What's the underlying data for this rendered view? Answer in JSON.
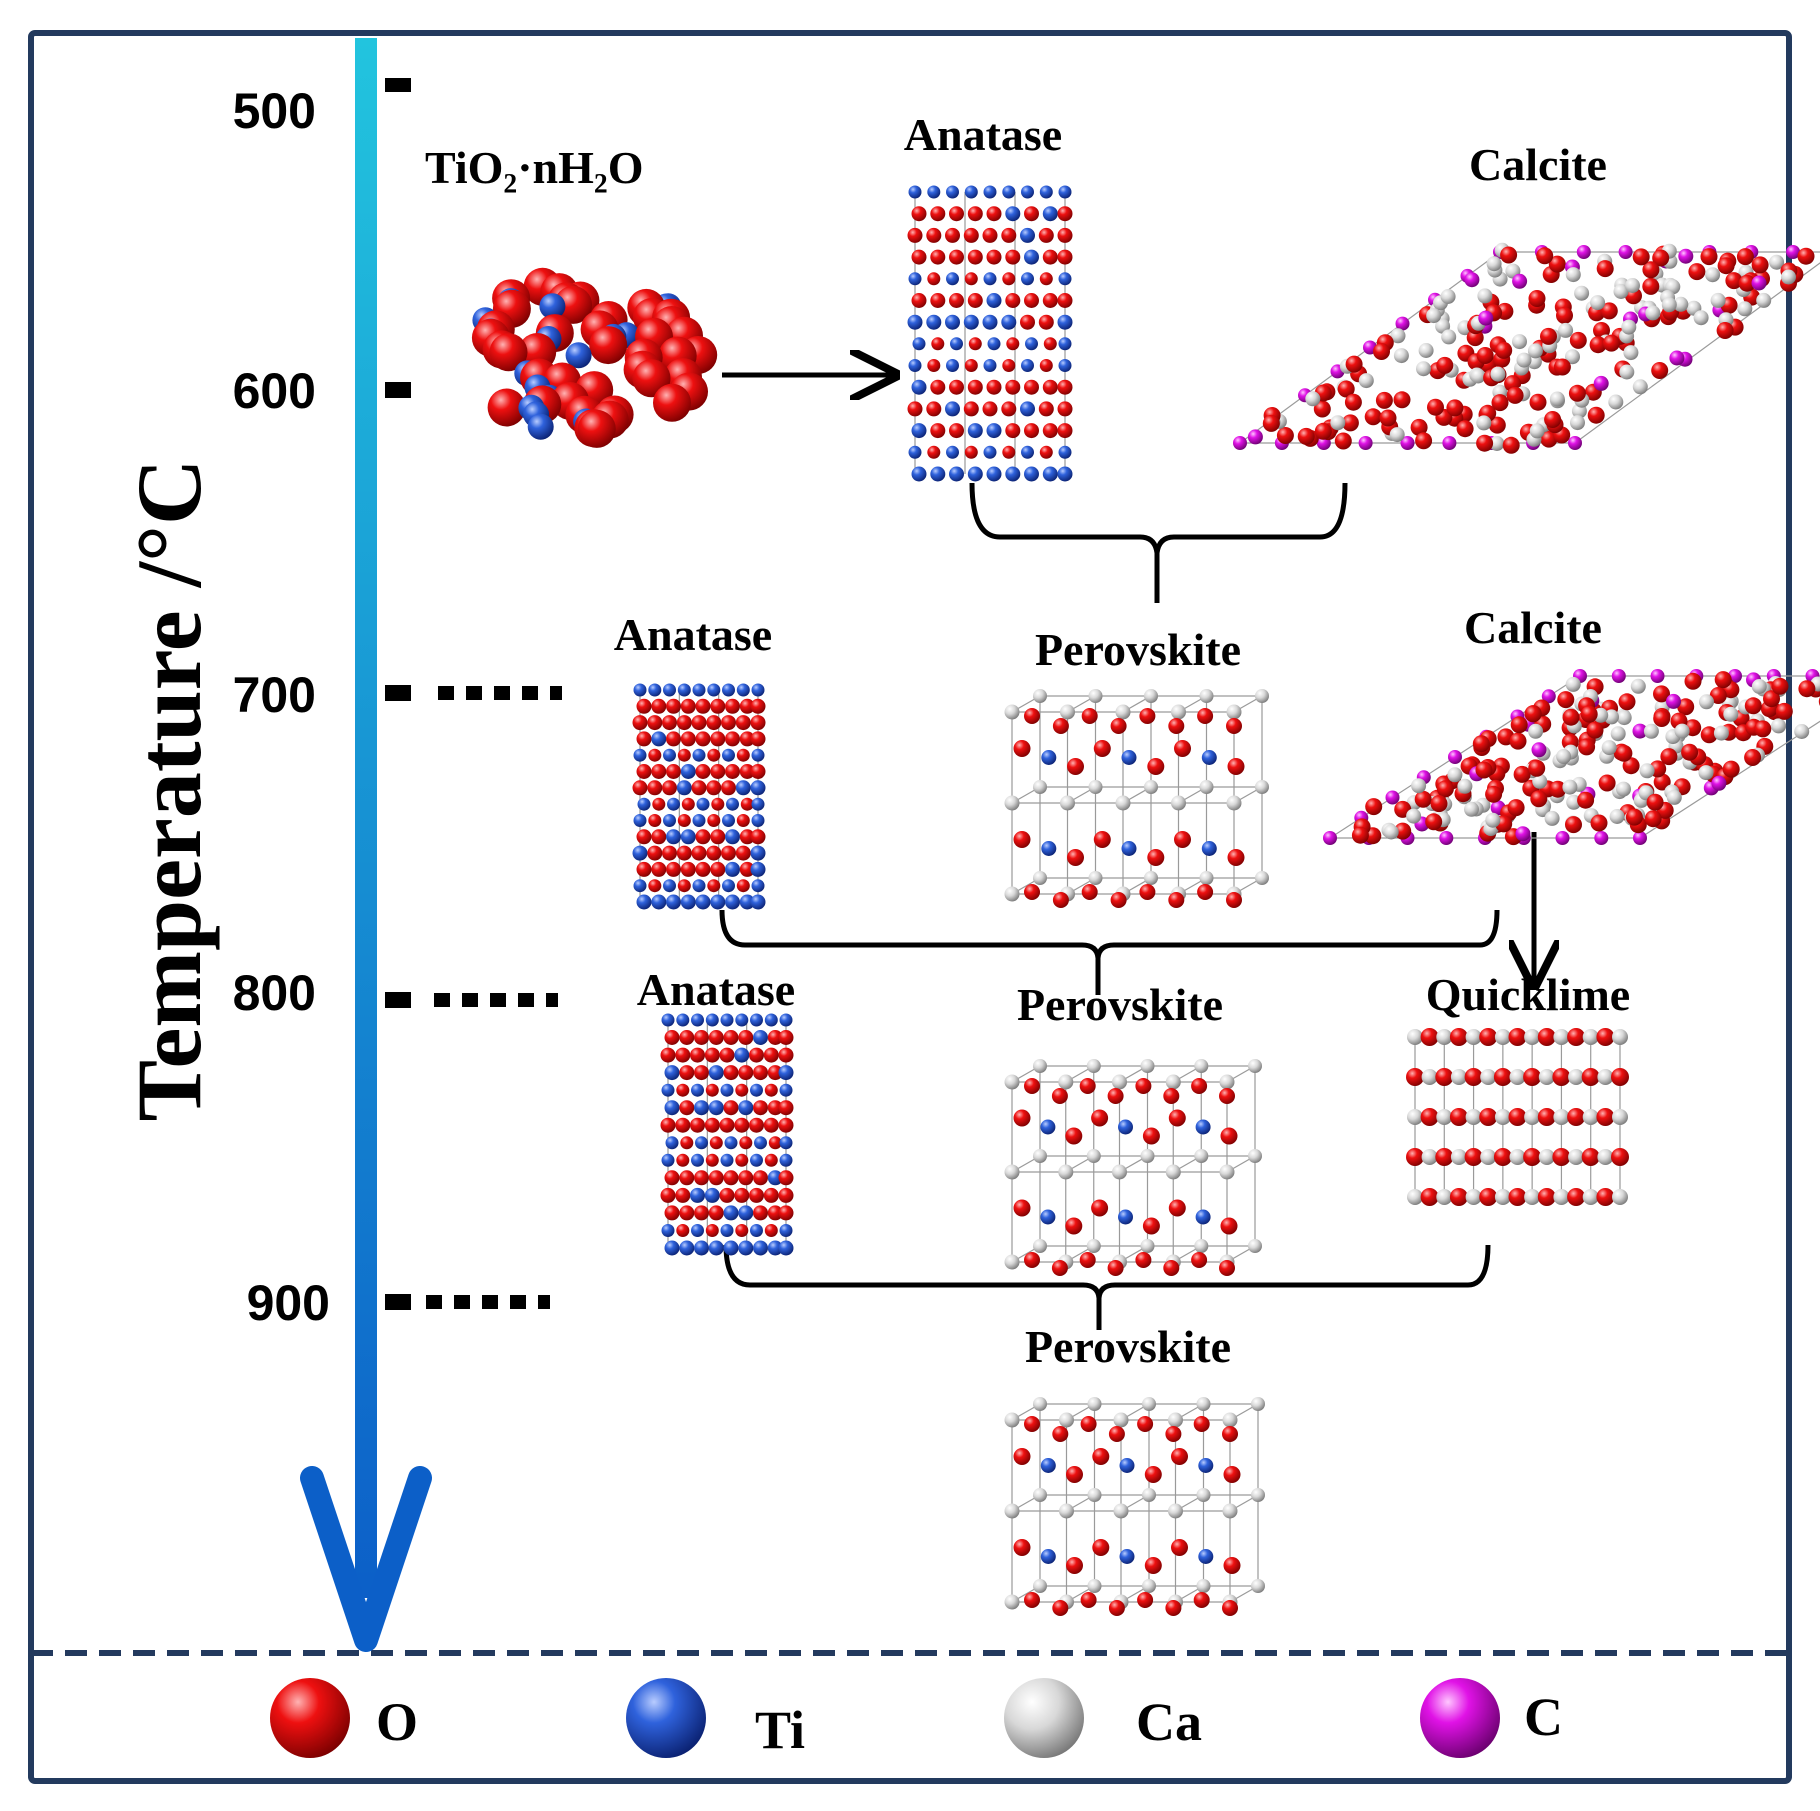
{
  "axis": {
    "title": "Temperature /°C",
    "ticks": [
      "500",
      "600",
      "700",
      "800",
      "900"
    ]
  },
  "labels": {
    "tio2_formula": "TiO₂·nH₂O",
    "anatase": "Anatase",
    "calcite": "Calcite",
    "perovskite": "Perovskite",
    "quicklime": "Quicklime"
  },
  "legend": [
    {
      "element": "O",
      "color": "#e8000b"
    },
    {
      "element": "Ti",
      "color": "#2a5fd8"
    },
    {
      "element": "Ca",
      "color": "#d9d9d9"
    },
    {
      "element": "C",
      "color": "#e011e6"
    }
  ],
  "colors": {
    "frame": "#233a5e",
    "arrow_top": "#22c4de",
    "arrow_bottom": "#0c5fc8"
  }
}
